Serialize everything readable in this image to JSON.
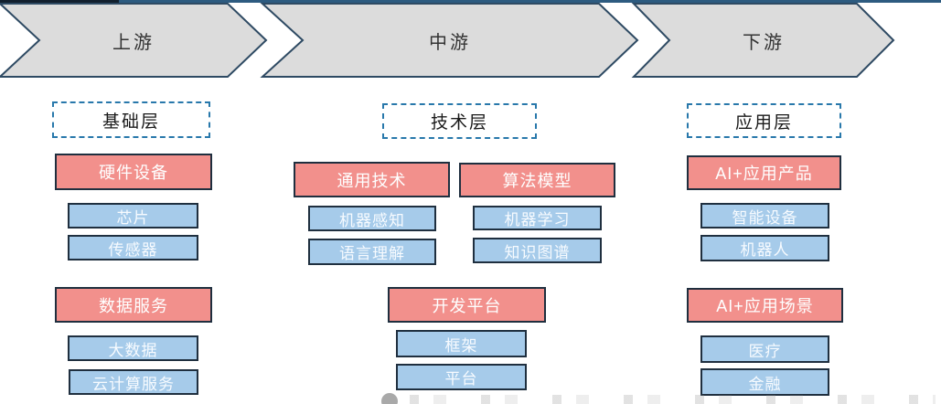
{
  "flow": {
    "stages": [
      {
        "label": "上游"
      },
      {
        "label": "中游"
      },
      {
        "label": "下游"
      }
    ]
  },
  "columns": [
    {
      "layer": "基础层",
      "groups": [
        {
          "header": "硬件设备",
          "items": [
            "芯片",
            "传感器"
          ]
        },
        {
          "header": "数据服务",
          "items": [
            "大数据",
            "云计算服务"
          ]
        }
      ]
    },
    {
      "layer": "技术层",
      "groups": [
        {
          "header": "通用技术",
          "items": [
            "机器感知",
            "语言理解"
          ]
        },
        {
          "header": "算法模型",
          "items": [
            "机器学习",
            "知识图谱"
          ]
        },
        {
          "header": "开发平台",
          "items": [
            "框架",
            "平台"
          ]
        }
      ]
    },
    {
      "layer": "应用层",
      "groups": [
        {
          "header": "AI+应用产品",
          "items": [
            "智能设备",
            "机器人"
          ]
        },
        {
          "header": "AI+应用场景",
          "items": [
            "医疗",
            "金融"
          ]
        }
      ]
    }
  ],
  "icons": {
    "watermark": "circle-logo-icon"
  },
  "colors": {
    "stage_fill": "#dcdcdc",
    "stage_border": "#2e4a63",
    "header_fill": "#f2908c",
    "item_fill": "#a6cbea",
    "box_border": "#1f2f3f",
    "layer_dash_border": "#2878ab",
    "top_line": "#2d5b80",
    "top_dark_segment": "#12202e"
  }
}
